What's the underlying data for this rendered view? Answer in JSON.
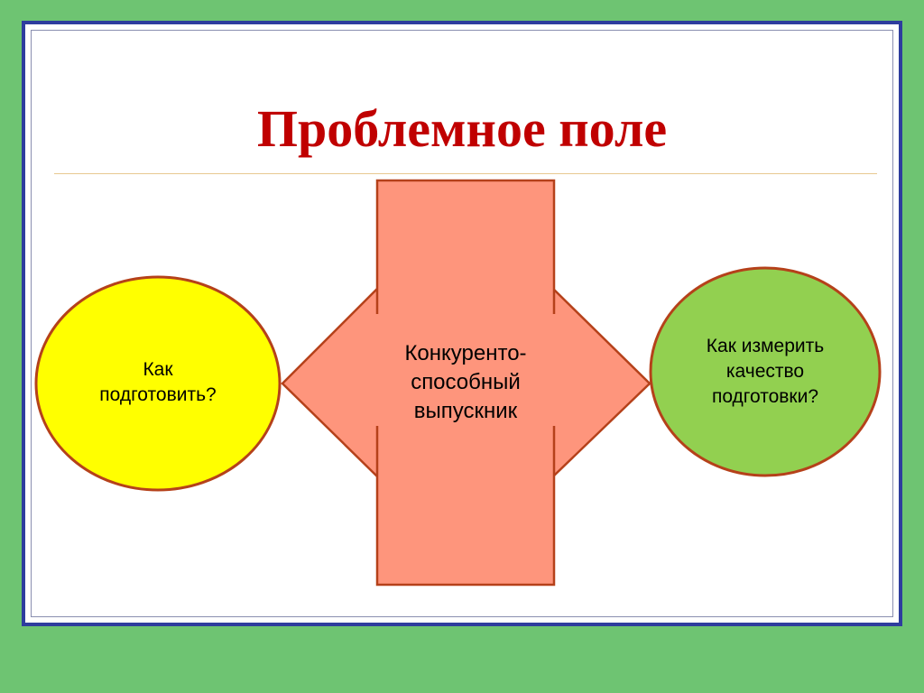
{
  "slide": {
    "title": "Проблемное поле"
  },
  "diagram": {
    "left_node": {
      "text": "Как\nподготовить?"
    },
    "center_node": {
      "text": "Конкуренто-\nспособный\nвыпускник"
    },
    "right_node": {
      "text": "Как измерить\nкачество\nподготовки?"
    }
  },
  "colors": {
    "background": "#6ec472",
    "frame": "#2e3d9e",
    "title": "#c00000",
    "shape_fill": "#fe957c",
    "shape_stroke": "#b5411a",
    "left_fill": "#ffff00",
    "right_fill": "#92d050",
    "ellipse_stroke": "#b5411a"
  }
}
